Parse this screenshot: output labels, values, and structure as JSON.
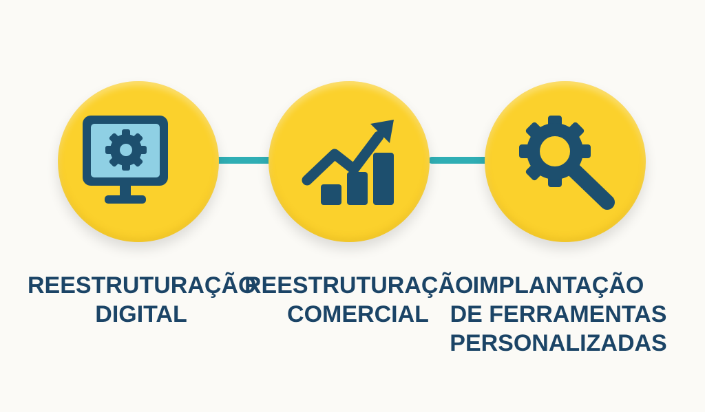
{
  "colors": {
    "background": "#fbfaf6",
    "circle": "#fbd12c",
    "icon": "#1d4f6e",
    "screen": "#8fd0e4",
    "connector": "#2faeb4",
    "text": "#1b4466"
  },
  "steps": [
    {
      "icon": "monitor-gear-icon",
      "label_lines": [
        "REESTRUTURAÇÃO",
        "DIGITAL"
      ]
    },
    {
      "icon": "growth-chart-icon",
      "label_lines": [
        "REESTRUTURAÇÃO",
        "COMERCIAL"
      ]
    },
    {
      "icon": "gear-magnifier-icon",
      "label_lines": [
        "IMPLANTAÇÃO",
        "DE FERRAMENTAS",
        "PERSONALIZADAS"
      ]
    }
  ]
}
